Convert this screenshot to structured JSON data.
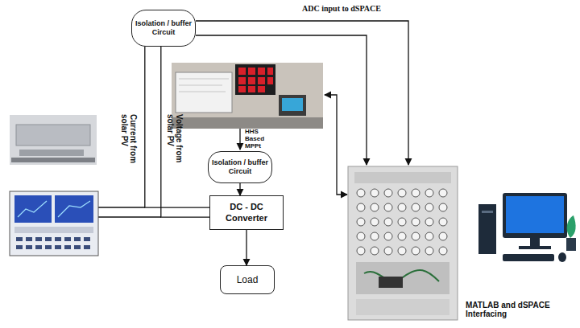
{
  "diagram": {
    "nodes": [
      {
        "text": [
          "Isolation / buffer Circuit"
        ]
      },
      {
        "text": [
          "Isolation / buffer Circuit"
        ]
      },
      {
        "text": [
          "DC - DC Converter"
        ]
      },
      {
        "text": [
          "Load"
        ]
      }
    ],
    "edges": [
      {
        "from": 1,
        "to": 2,
        "arrow": "to"
      },
      {
        "from": 2,
        "to": 3,
        "arrow": "to"
      },
      {
        "from": 0,
        "to": 2,
        "arrow": "none"
      },
      {
        "from": 0,
        "to": 2,
        "arrow": "none"
      }
    ],
    "labels": [
      "ADC input to dSPACE",
      "Current from solar PV",
      "Voltage from solar PV",
      "HHS Based MPPt",
      "MATLAB and dSPACE Interfacing"
    ]
  }
}
